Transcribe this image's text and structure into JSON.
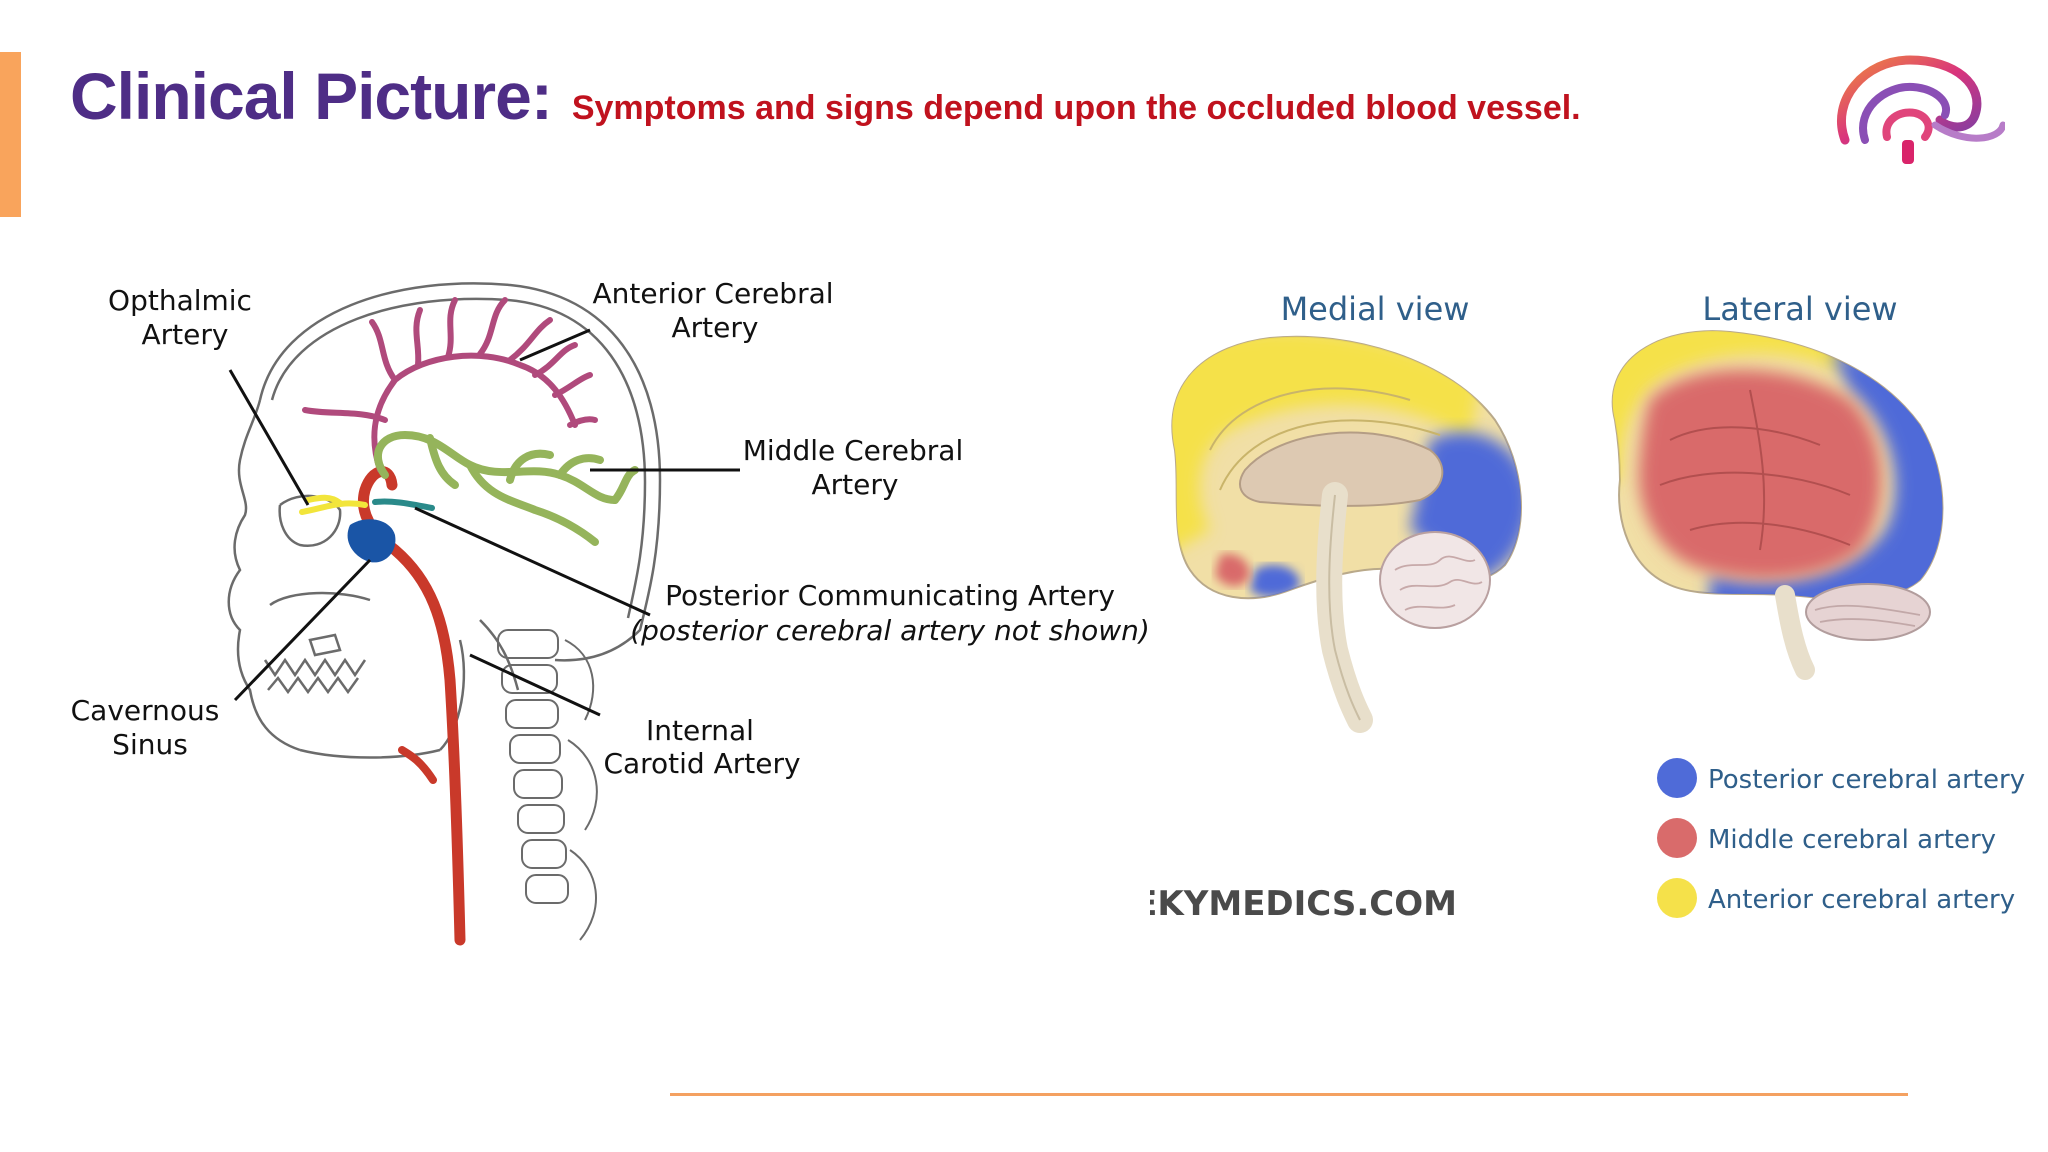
{
  "slide": {
    "title": "Clinical Picture:",
    "subtitle": "Symptoms and signs depend upon the occluded blood vessel."
  },
  "anatomy_labels": {
    "opthalmic_line1": "Opthalmic",
    "opthalmic_line2": "Artery",
    "anterior_cerebral_line1": "Anterior Cerebral",
    "anterior_cerebral_line2": "Artery",
    "middle_cerebral_line1": "Middle Cerebral",
    "middle_cerebral_line2": "Artery",
    "posterior_communicating": "Posterior Communicating Artery",
    "posterior_note": "(posterior cerebral artery not shown)",
    "cavernous_line1": "Cavernous",
    "cavernous_line2": "Sinus",
    "internal_carotid_line1": "Internal",
    "internal_carotid_line2": "Carotid Artery"
  },
  "brain_views": {
    "medial_view": "Medial view",
    "lateral_view": "Lateral view",
    "source": "GEEKYMEDICS.COM"
  },
  "legend": [
    {
      "label": "Posterior cerebral artery",
      "color": "#4f6bd8"
    },
    {
      "label": "Middle cerebral artery",
      "color": "#d96b6b"
    },
    {
      "label": "Anterior cerebral artery",
      "color": "#f5e14a"
    }
  ],
  "colors": {
    "title": "#4e2d86",
    "subtitle": "#c0121e",
    "accent": "#f9a45c",
    "artery_red": "#c9392a",
    "anterior_pink": "#b04a7c",
    "middle_green": "#95b45b",
    "ophthalmic_yellow": "#f2e53b",
    "sinus_blue": "#1a55a6"
  }
}
